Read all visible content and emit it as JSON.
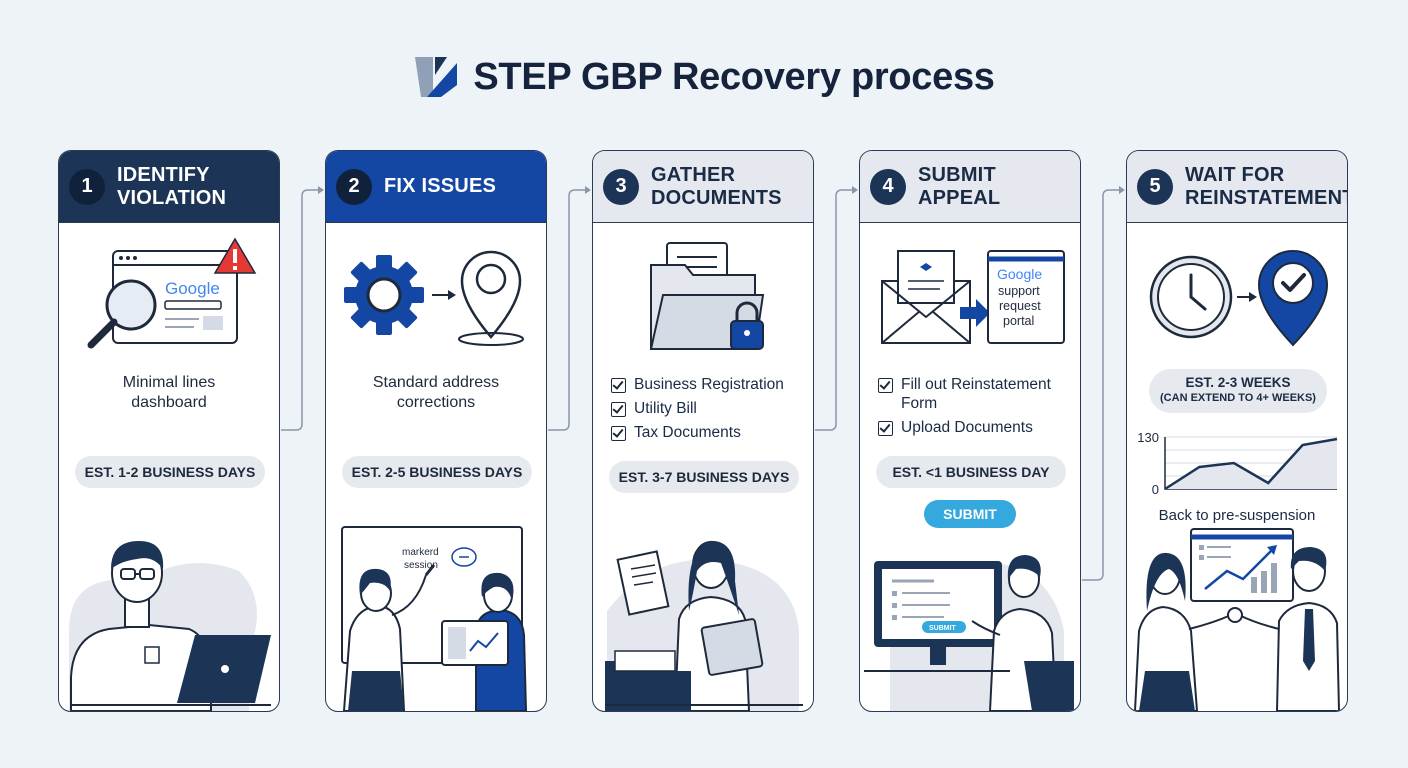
{
  "header": {
    "title": "STEP GBP Recovery process"
  },
  "steps": [
    {
      "number": "1",
      "title_l1": "IDENTIFY",
      "title_l2": "VIOLATION",
      "desc_l1": "Minimal lines",
      "desc_l2": "dashboard",
      "estimate": "EST. 1-2 BUSINESS DAYS",
      "illus_brand": "Google"
    },
    {
      "number": "2",
      "title": "FIX ISSUES",
      "desc_l1": "Standard address",
      "desc_l2": "corrections",
      "estimate": "EST. 2-5 BUSINESS DAYS",
      "scene_label_l1": "markerd",
      "scene_label_l2": "session"
    },
    {
      "number": "3",
      "title_l1": "GATHER",
      "title_l2": "DOCUMENTS",
      "checklist": [
        "Business Registration",
        "Utility Bill",
        "Tax Documents"
      ],
      "estimate": "EST. 3-7 BUSINESS DAYS"
    },
    {
      "number": "4",
      "title_l1": "SUBMIT",
      "title_l2": "APPEAL",
      "checklist": [
        "Fill out Reinstatement Form",
        "Upload Documents"
      ],
      "estimate": "EST. <1 BUSINESS DAY",
      "button": "SUBMIT",
      "portal_brand": "Google",
      "portal_l1": "support",
      "portal_l2": "request",
      "portal_l3": "portal",
      "screen_button": "SUBMIT"
    },
    {
      "number": "5",
      "title_l1": "WAIT FOR",
      "title_l2": "REINSTATEMENT",
      "estimate_l1": "EST. 2-3 WEEKS",
      "estimate_l2": "(CAN EXTEND TO 4+ WEEKS)",
      "chart_caption": "Back to pre-suspension"
    }
  ],
  "chart_data": {
    "type": "line",
    "title": "",
    "xlabel": "",
    "ylabel": "",
    "ytick_labels": [
      "0",
      "130"
    ],
    "ylim": [
      0,
      130
    ],
    "x": [
      0,
      1,
      2,
      3,
      4,
      5
    ],
    "series": [
      {
        "values": [
          0,
          55,
          65,
          15,
          110,
          125
        ]
      }
    ],
    "grid": true,
    "color": "#1c3456"
  },
  "colors": {
    "navy": "#1c3456",
    "blue": "#1447a4",
    "sky": "#35a8dd",
    "alert": "#e53935"
  }
}
